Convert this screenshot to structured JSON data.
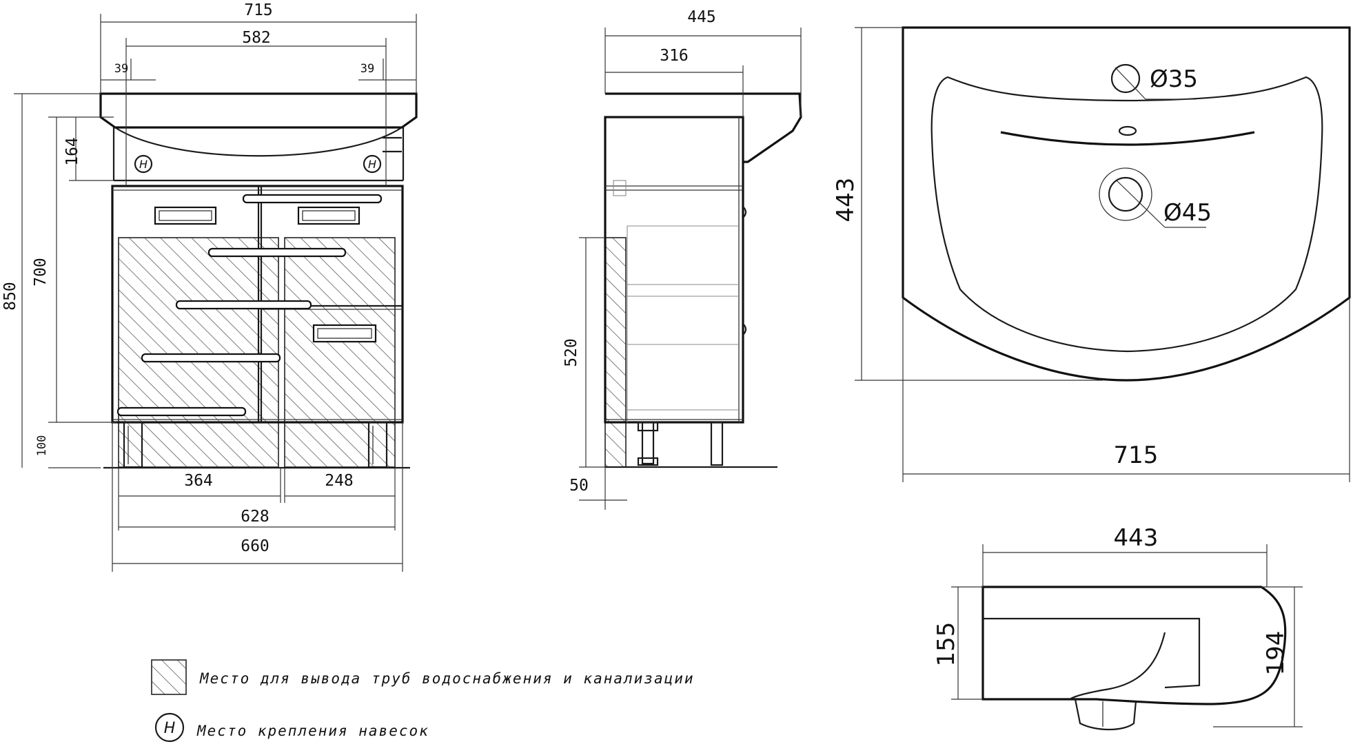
{
  "front_view": {
    "dims": {
      "overall_width": "715",
      "inner_width": "582",
      "left_offset": "39",
      "right_offset": "39",
      "sink_height": "164",
      "cabinet_height": "700",
      "total_height": "850",
      "leg_height": "100",
      "left_section": "364",
      "right_section": "248",
      "legs_span": "628",
      "cabinet_width": "660"
    },
    "mount_marks": [
      "H",
      "H"
    ]
  },
  "side_view": {
    "dims": {
      "overall_depth": "445",
      "cabinet_depth": "316",
      "pipe_zone_height": "520",
      "pipe_zone_bottom": "50"
    }
  },
  "top_view": {
    "dims": {
      "depth": "443",
      "width": "715",
      "tap_hole": "Ø35",
      "drain_hole": "Ø45"
    }
  },
  "section_view": {
    "dims": {
      "depth": "443",
      "inner_height": "155",
      "overall_height": "194"
    }
  },
  "legend": {
    "pipes_text": "Место для вывода труб водоснабжения и канализации",
    "mount_text": "Место крепления навесок",
    "mount_symbol": "H"
  }
}
